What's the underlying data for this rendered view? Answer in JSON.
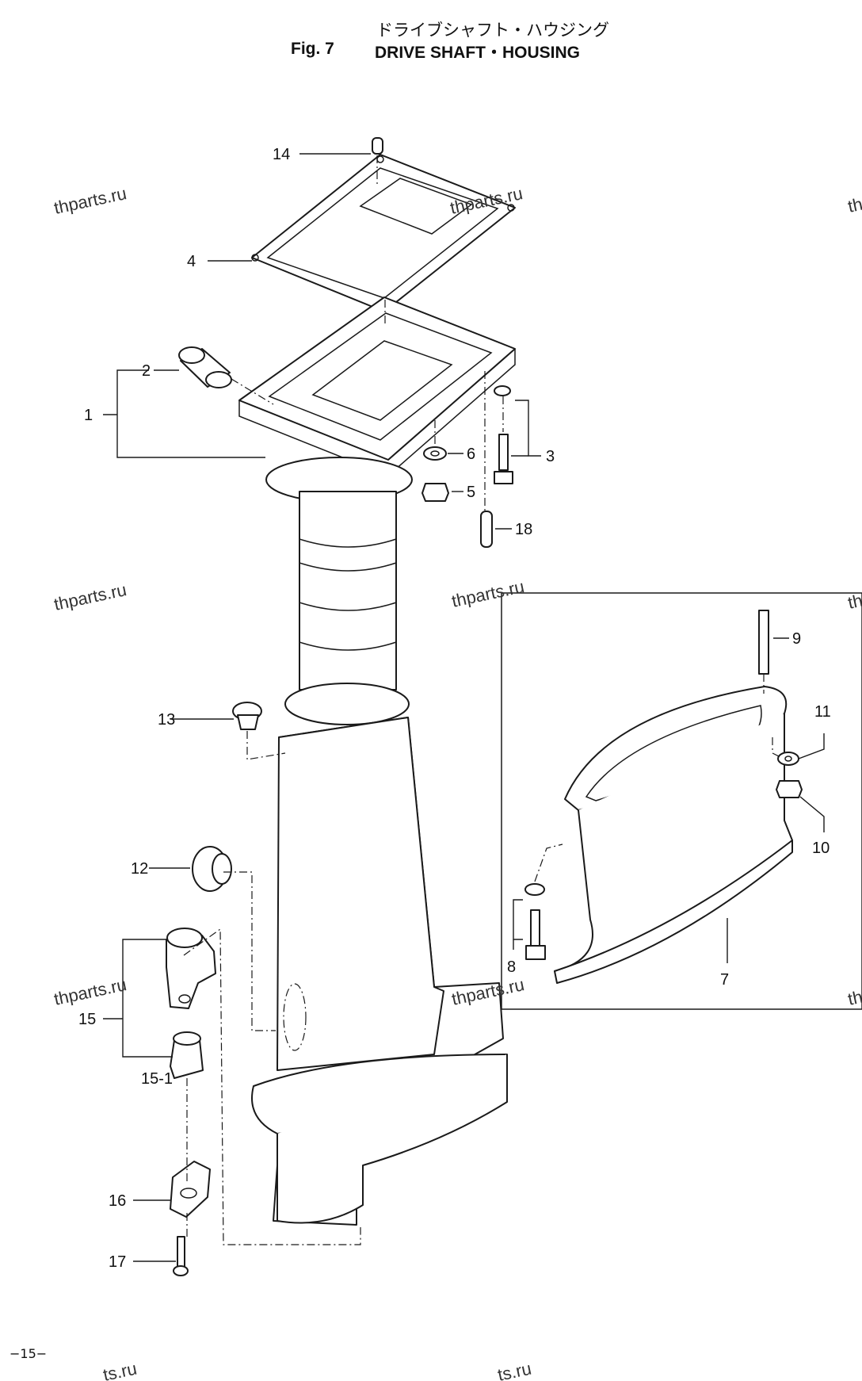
{
  "header": {
    "title_jp": "ドライブシャフト・ハウジング",
    "fig_label": "Fig. 7",
    "title_en": "DRIVE SHAFT・HOUSING"
  },
  "page_number": "−15−",
  "watermark": "thparts.ru",
  "watermark_partial_left": "th",
  "watermark_cut": "ts.ru",
  "callouts": {
    "p1": "1",
    "p2": "2",
    "p3": "3",
    "p4": "4",
    "p5": "5",
    "p6": "6",
    "p7": "7",
    "p8": "8",
    "p9": "9",
    "p10": "10",
    "p11": "11",
    "p12": "12",
    "p13": "13",
    "p14": "14",
    "p15": "15",
    "p15_1": "15-1",
    "p16": "16",
    "p17": "17",
    "p18": "18"
  }
}
